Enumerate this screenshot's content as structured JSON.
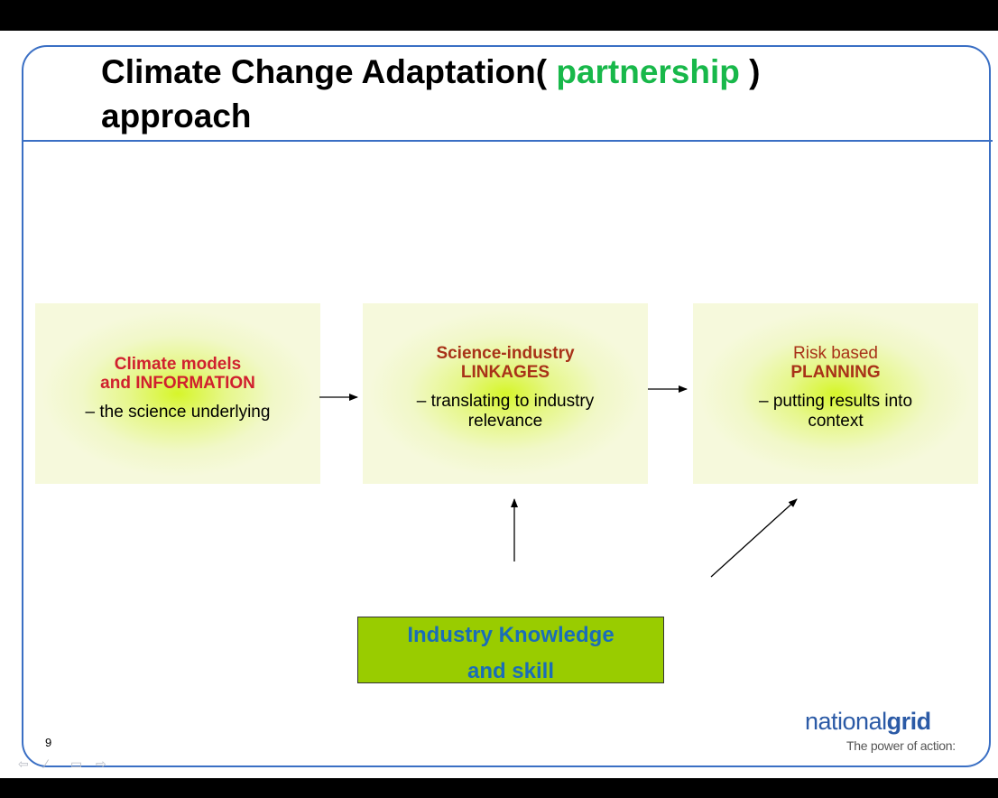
{
  "slide": {
    "title_part1": "Climate Change Adaptation(",
    "title_highlight": "partnership",
    "title_part2": ")",
    "title_line2": "approach",
    "page_number": "9"
  },
  "boxes": [
    {
      "head_line1": "Climate models",
      "head_line2": "and INFORMATION",
      "sub_line1": "– the science underlying",
      "sub_line2": ""
    },
    {
      "head_line1": "Science-industry",
      "head_line2": "LINKAGES",
      "sub_line1": "– translating to industry",
      "sub_line2": "relevance"
    },
    {
      "head_line1": "Risk based",
      "head_line2": "PLANNING",
      "sub_line1": "– putting results into",
      "sub_line2": "context"
    }
  ],
  "knowledge_box": {
    "line1": "Industry Knowledge",
    "line2": "and skill"
  },
  "logo": {
    "part1": "national",
    "part2": "grid",
    "tagline": "The power of action:"
  },
  "nav_icons": [
    "arrow-left-icon",
    "pen-icon",
    "menu-icon",
    "arrow-right-icon"
  ],
  "colors": {
    "highlight_green": "#18b84a",
    "box1_heading": "#d0202e",
    "box2_3_heading": "#a83218",
    "knowledge_fill": "#99cc00",
    "knowledge_text": "#1a6db8",
    "frame_blue": "#3a6fc4"
  }
}
